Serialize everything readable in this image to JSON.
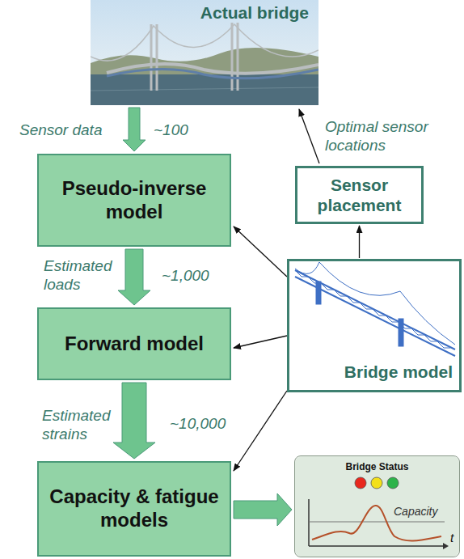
{
  "diagram": {
    "nodes": [
      {
        "text": [
          "Actual bridge"
        ]
      },
      {
        "text": [
          "Pseudo-inverse model"
        ]
      },
      {
        "text": [
          "Forward model"
        ]
      },
      {
        "text": [
          "Capacity & fatigue models"
        ]
      },
      {
        "text": [
          "Sensor placement"
        ]
      },
      {
        "text": [
          "Bridge model"
        ]
      },
      {
        "text": [
          "Bridge Status",
          "Capacity",
          "t"
        ]
      }
    ],
    "edges": [
      {
        "from": 0,
        "to": 1,
        "label": "Sensor data",
        "arrow": "to"
      },
      {
        "from": 1,
        "to": 2,
        "label": "Estimated loads",
        "arrow": "to"
      },
      {
        "from": 2,
        "to": 3,
        "label": "Estimated strains",
        "arrow": "to"
      },
      {
        "from": 3,
        "to": 6,
        "arrow": "to"
      },
      {
        "from": 5,
        "to": 1,
        "arrow": "to"
      },
      {
        "from": 5,
        "to": 2,
        "arrow": "to"
      },
      {
        "from": 5,
        "to": 3,
        "arrow": "to"
      },
      {
        "from": 5,
        "to": 4,
        "arrow": "to"
      },
      {
        "from": 4,
        "to": 0,
        "label": "Optimal sensor locations",
        "arrow": "to"
      }
    ],
    "labels": [
      "~100",
      "~1,000",
      "~10,000"
    ]
  }
}
